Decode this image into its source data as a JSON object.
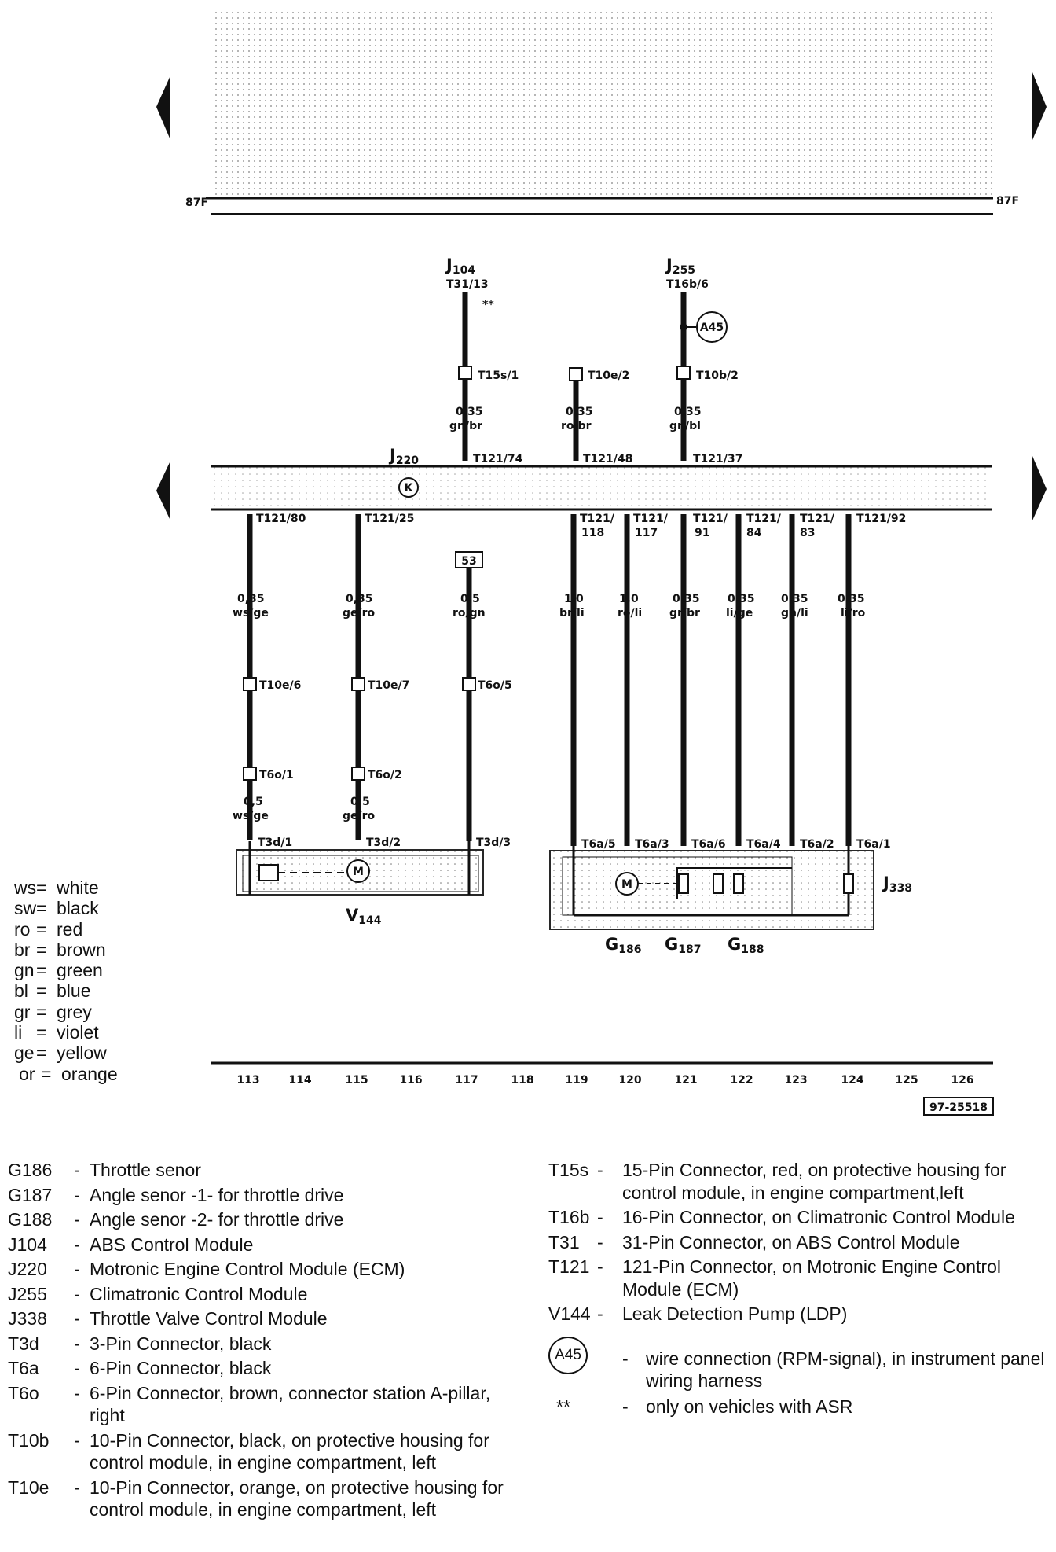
{
  "page_ref": "87F",
  "figure_id": "97-25518",
  "columns": [
    "113",
    "114",
    "115",
    "116",
    "117",
    "118",
    "119",
    "120",
    "121",
    "122",
    "123",
    "124",
    "125",
    "126"
  ],
  "components": {
    "j104": {
      "id": "J",
      "sub": "104",
      "pin": "T31/13",
      "note": "**",
      "conn": "T15s/1",
      "wire": {
        "size": "0,35",
        "color": "gn/br"
      },
      "ecm_pin": "T121/74"
    },
    "t10e2": {
      "conn": "T10e/2",
      "wire": {
        "size": "0,35",
        "color": "ro/br"
      },
      "ecm_pin": "T121/48"
    },
    "j255": {
      "id": "J",
      "sub": "255",
      "pin": "T16b/6",
      "splice": "A45",
      "conn": "T10b/2",
      "wire": {
        "size": "0,35",
        "color": "gn/bl"
      },
      "ecm_pin": "T121/37"
    },
    "ecm": {
      "id": "J",
      "sub": "220",
      "symbol": "K"
    },
    "v144_left": {
      "ecm_pin": "T121/80",
      "wire": {
        "size": "0,35",
        "color": "ws/ge"
      },
      "conn1": "T10e/6",
      "conn2": "T6o/1",
      "wire2": {
        "size": "0,5",
        "color": "ws/ge"
      },
      "pin": "T3d/1"
    },
    "v144_mid": {
      "ecm_pin": "T121/25",
      "wire": {
        "size": "0,35",
        "color": "ge/ro"
      },
      "conn1": "T10e/7",
      "conn2": "T6o/2",
      "wire2": {
        "size": "0,5",
        "color": "ge/ro"
      },
      "pin": "T3d/2"
    },
    "v144_right": {
      "ref": "53",
      "wire": {
        "size": "0,5",
        "color": "ro/gn"
      },
      "conn": "T6o/5",
      "pin": "T3d/3"
    },
    "v144": {
      "id": "V",
      "sub": "144"
    },
    "j338": {
      "id": "J",
      "sub": "338"
    },
    "g186": {
      "id": "G",
      "sub": "186"
    },
    "g187": {
      "id": "G",
      "sub": "187"
    },
    "g188": {
      "id": "G",
      "sub": "188"
    },
    "m_symbol": "M",
    "throttle_wires": [
      {
        "ecm_pin_a": "T121/",
        "ecm_pin_b": "118",
        "size": "1,0",
        "color": "br/li",
        "pin": "T6a/5"
      },
      {
        "ecm_pin_a": "T121/",
        "ecm_pin_b": "117",
        "size": "1,0",
        "color": "ro/li",
        "pin": "T6a/3"
      },
      {
        "ecm_pin_a": "T121/",
        "ecm_pin_b": "91",
        "size": "0,35",
        "color": "gr/br",
        "pin": "T6a/6"
      },
      {
        "ecm_pin_a": "T121/",
        "ecm_pin_b": "84",
        "size": "0,35",
        "color": "li/ge",
        "pin": "T6a/4"
      },
      {
        "ecm_pin_a": "T121/",
        "ecm_pin_b": "83",
        "size": "0,35",
        "color": "gn/li",
        "pin": "T6a/2"
      },
      {
        "ecm_pin_a": "T121/92",
        "ecm_pin_b": "",
        "size": "0,35",
        "color": "li/ro",
        "pin": "T6a/1"
      }
    ]
  },
  "color_legend": [
    {
      "code": "ws",
      "name": "white"
    },
    {
      "code": "sw",
      "name": "black"
    },
    {
      "code": "ro",
      "name": "red"
    },
    {
      "code": "br",
      "name": "brown"
    },
    {
      "code": "gn",
      "name": "green"
    },
    {
      "code": "bl",
      "name": "blue"
    },
    {
      "code": "gr",
      "name": "grey"
    },
    {
      "code": "li",
      "name": "violet"
    },
    {
      "code": "ge",
      "name": "yellow"
    },
    {
      "code": "or",
      "name": "orange"
    }
  ],
  "descriptions_left": [
    {
      "key": "G186",
      "sep": "-",
      "text": "Throttle senor"
    },
    {
      "key": "G187",
      "sep": "-",
      "text": "Angle senor -1- for throttle drive"
    },
    {
      "key": "G188",
      "sep": "-",
      "text": "Angle senor -2- for throttle drive"
    },
    {
      "key": "J104",
      "sep": "-",
      "text": "ABS Control Module"
    },
    {
      "key": "J220",
      "sep": "-",
      "text": "Motronic Engine Control Module (ECM)"
    },
    {
      "key": "J255",
      "sep": "-",
      "text": "Climatronic Control Module"
    },
    {
      "key": "J338",
      "sep": "-",
      "text": "Throttle Valve Control Module"
    },
    {
      "key": "T3d",
      "sep": "-",
      "text": "3-Pin Connector, black"
    },
    {
      "key": "T6a",
      "sep": "-",
      "text": "6-Pin Connector, black"
    },
    {
      "key": "T6o",
      "sep": "-",
      "text": "6-Pin Connector, brown, connector station A-pillar, right"
    },
    {
      "key": "T10b",
      "sep": "-",
      "text": "10-Pin Connector, black, on protective housing for control module, in engine compartment, left"
    },
    {
      "key": "T10e",
      "sep": "-",
      "text": "10-Pin Connector, orange, on protective housing for control module, in engine compartment, left"
    }
  ],
  "descriptions_right": [
    {
      "key": "T15s",
      "sep": "-",
      "text": "15-Pin Connector, red, on protective housing for control module, in engine compartment,left"
    },
    {
      "key": "T16b",
      "sep": "-",
      "text": "16-Pin Connector, on Climatronic Control Module"
    },
    {
      "key": "T31",
      "sep": "-",
      "text": "31-Pin Connector, on ABS Control Module"
    },
    {
      "key": "T121",
      "sep": "-",
      "text": "121-Pin Connector, on Motronic Engine Control Module (ECM)"
    },
    {
      "key": "V144",
      "sep": "-",
      "text": "Leak Detection Pump (LDP)"
    }
  ],
  "symbol_notes": [
    {
      "symbol": "A45",
      "sep": "-",
      "text": "wire connection (RPM-signal), in instrument panel wiring harness"
    },
    {
      "symbol": "**",
      "sep": "-",
      "text": "only on vehicles with ASR"
    }
  ]
}
